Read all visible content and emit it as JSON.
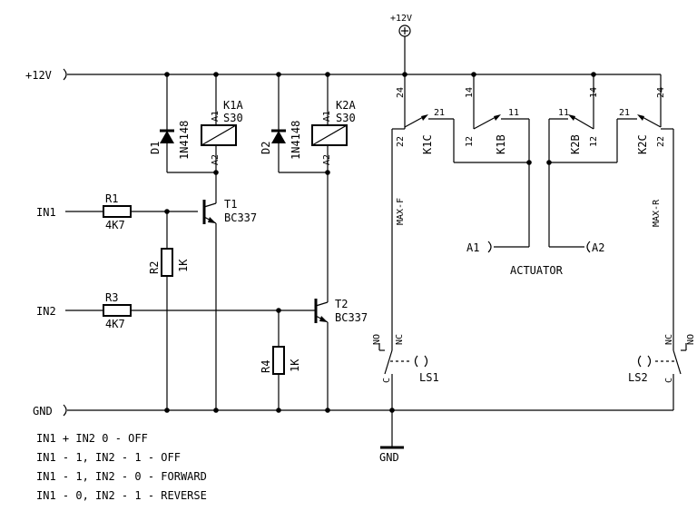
{
  "rails": {
    "v12": "+12V",
    "gnd": "GND",
    "top_supply": "+12V",
    "bottom_gnd": "GND"
  },
  "inputs": {
    "in1": "IN1",
    "in2": "IN2"
  },
  "resistors": {
    "r1": {
      "ref": "R1",
      "value": "4K7"
    },
    "r2": {
      "ref": "R2",
      "value": "1K"
    },
    "r3": {
      "ref": "R3",
      "value": "4K7"
    },
    "r4": {
      "ref": "R4",
      "value": "1K"
    }
  },
  "transistors": {
    "t1": {
      "ref": "T1",
      "type": "BC337"
    },
    "t2": {
      "ref": "T2",
      "type": "BC337"
    }
  },
  "diodes": {
    "d1": {
      "ref": "D1",
      "type": "1N4148"
    },
    "d2": {
      "ref": "D2",
      "type": "1N4148"
    }
  },
  "relays": {
    "k1a": {
      "ref": "K1A",
      "type": "S30",
      "pin_top": "A1",
      "pin_bottom": "A2"
    },
    "k2a": {
      "ref": "K2A",
      "type": "S30",
      "pin_top": "A1",
      "pin_bottom": "A2"
    }
  },
  "contacts": {
    "k1c": {
      "ref": "K1C",
      "p_top": "24",
      "p_mid": "21",
      "p_side": "22"
    },
    "k1b": {
      "ref": "K1B",
      "p_top": "14",
      "p_mid": "11",
      "p_side": "12"
    },
    "k2b": {
      "ref": "K2B",
      "p_top": "14",
      "p_mid": "11",
      "p_side": "12"
    },
    "k2c": {
      "ref": "K2C",
      "p_top": "24",
      "p_mid": "21",
      "p_side": "22"
    }
  },
  "actuator": {
    "label": "ACTUATOR",
    "a1": "A1",
    "a2": "A2"
  },
  "limit_switches": {
    "ls1": {
      "ref": "LS1",
      "no": "NO",
      "nc": "NC",
      "c": "C",
      "wire": "MAX-F"
    },
    "ls2": {
      "ref": "LS2",
      "no": "NO",
      "nc": "NC",
      "c": "C",
      "wire": "MAX-R"
    }
  },
  "truth_table": [
    "IN1 + IN2 0 - OFF",
    "IN1 - 1, IN2 - 1 - OFF",
    "IN1 - 1, IN2 - 0 - FORWARD",
    "IN1 - 0, IN2 - 1 - REVERSE"
  ]
}
